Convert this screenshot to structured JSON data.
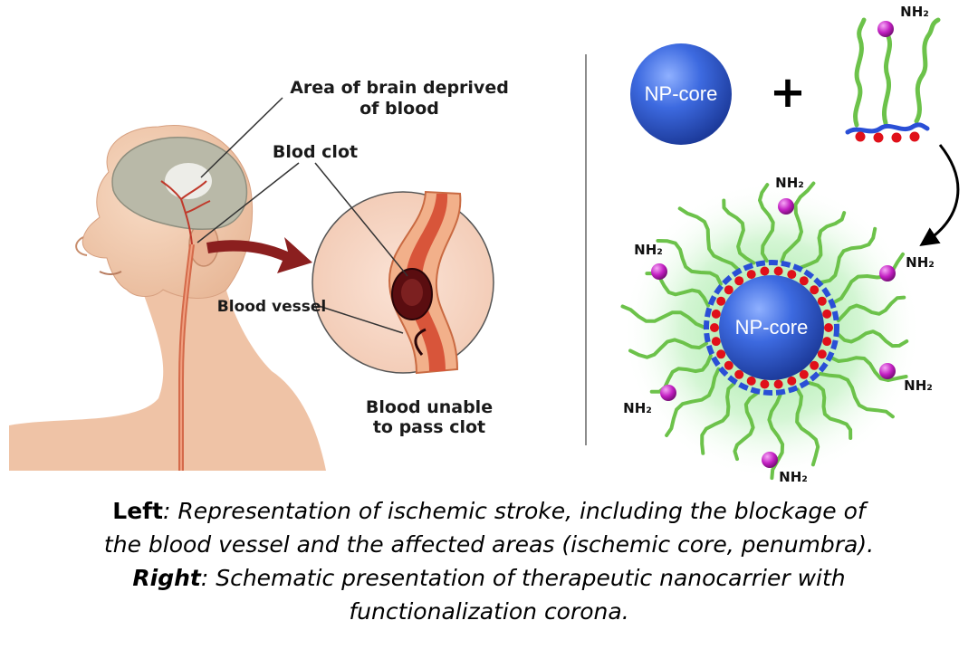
{
  "left_panel": {
    "label_brain_line1": "Area of brain deprived",
    "label_brain_line2": "of blood",
    "label_clot": "Blod clot",
    "label_vessel": "Blood vessel",
    "label_unable_line1": "Blood unable",
    "label_unable_line2": "to pass clot"
  },
  "right_panel": {
    "core_label": "NP-core",
    "plus_sign": "+",
    "amine_label": "NH₂",
    "result_core_label": "NP-core"
  },
  "caption": {
    "line1_key": "Left",
    "line1_text": ": Representation of ischemic stroke, including the blockage of",
    "line2_text": "the blood vessel and the affected areas (ischemic core, penumbra).",
    "line3_key": "Right",
    "line3_text": ": Schematic presentation of therapeutic nanocarrier with",
    "line4_text": "functionalization corona."
  },
  "colors": {
    "core_blue": "#2f5fd0",
    "polymer_green": "#6cc24a",
    "amine_purple": "#c21fc2",
    "anchor_red": "#e0101a",
    "backbone_blue": "#2a4fd6",
    "arrow_red": "#8b1f1f"
  }
}
